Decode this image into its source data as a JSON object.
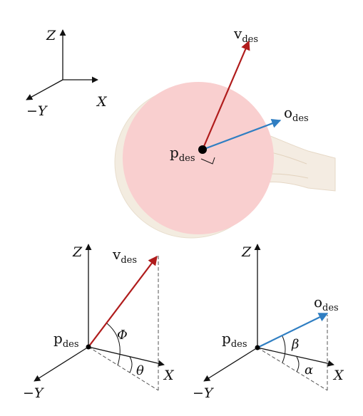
{
  "colors": {
    "velocity_arrow": "#b01c1c",
    "orientation_arrow": "#2f7ec2",
    "paddle_face": "#f9cfcf",
    "paddle_edge": "#f3ece0",
    "handle": "#f4ece2",
    "axis": "#111111",
    "dashed": "#555555"
  },
  "frame_top": {
    "z_label": "Z",
    "x_label": "X",
    "y_label": "−Y"
  },
  "paddle": {
    "v_main": "v",
    "v_sub": "des",
    "o_main": "o",
    "o_sub": "des",
    "p_main": "p",
    "p_sub": "des"
  },
  "frame_left": {
    "z_label": "Z",
    "x_label": "X",
    "y_label": "−Y",
    "v_main": "v",
    "v_sub": "des",
    "p_main": "p",
    "p_sub": "des",
    "phi_label": "Φ",
    "theta_label": "θ"
  },
  "frame_right": {
    "z_label": "Z",
    "x_label": "X",
    "y_label": "−Y",
    "o_main": "o",
    "o_sub": "des",
    "p_main": "p",
    "p_sub": "des",
    "beta_label": "β",
    "alpha_label": "α"
  }
}
